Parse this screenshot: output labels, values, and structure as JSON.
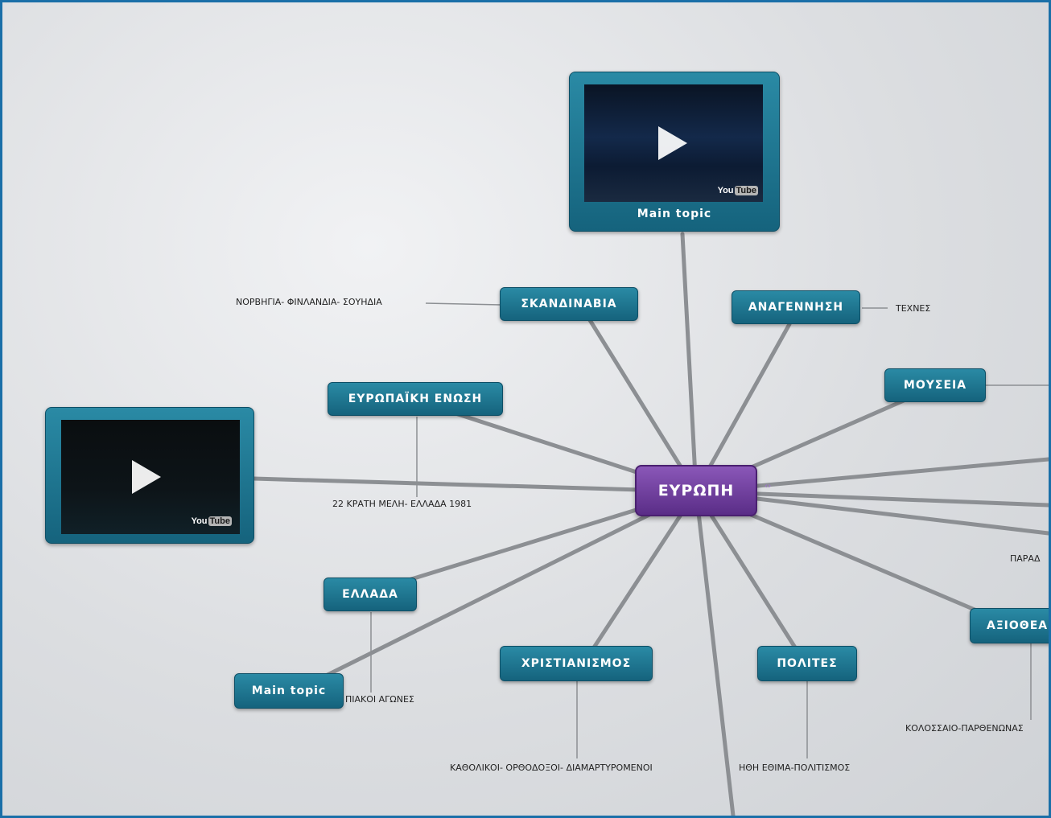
{
  "center": {
    "label": "ΕΥΡΩΠΗ"
  },
  "nodes": [
    {
      "id": "skandinavia",
      "label": "ΣΚΑΝΔΙΝΑΒΙΑ"
    },
    {
      "id": "anagennisi",
      "label": "ΑΝΑΓΕΝΝΗΣΗ"
    },
    {
      "id": "mouseia",
      "label": "ΜΟΥΣΕΙΑ"
    },
    {
      "id": "eu",
      "label": "ΕΥΡΩΠΑΪΚΗ ΕΝΩΣΗ"
    },
    {
      "id": "ellada",
      "label": "ΕΛΛΑΔΑ"
    },
    {
      "id": "main-topic",
      "label": "Main topic"
    },
    {
      "id": "christianismos",
      "label": "ΧΡΙΣΤΙΑΝΙΣΜΟΣ"
    },
    {
      "id": "polites",
      "label": "ΠΟΛΙΤΕΣ"
    },
    {
      "id": "axiotheata",
      "label": "ΑΞΙΟΘΕΑ"
    }
  ],
  "media": [
    {
      "id": "top-video",
      "label": "Main topic",
      "play_icon": "play-icon",
      "brand": [
        "You",
        "Tube"
      ]
    },
    {
      "id": "left-video",
      "play_icon": "play-icon",
      "brand": [
        "You",
        "Tube"
      ]
    }
  ],
  "leaves": [
    {
      "id": "scandinavia-leaf",
      "text": "ΝΟΡΒΗΓΙΑ- ΦΙΝΛΑΝΔΙΑ- ΣΟΥΗΔΙΑ"
    },
    {
      "id": "renaissance-leaf",
      "text": "ΤΕΧΝΕΣ"
    },
    {
      "id": "eu-leaf",
      "text": "22 ΚΡΑΤΗ ΜΕΛΗ- ΕΛΛΑΔΑ 1981"
    },
    {
      "id": "greece-leaf",
      "text": "ΠΙΑΚΟΙ ΑΓΩΝΕΣ"
    },
    {
      "id": "christianity-leaf",
      "text": "ΚΑΘΟΛΙΚΟΙ- ΟΡΘΟΔΟΞΟΙ- ΔΙΑΜΑΡΤΥΡΟΜΕΝΟΙ"
    },
    {
      "id": "citizens-leaf",
      "text": "ΗΘΗ ΕΘΙΜΑ-ΠΟΛΙΤΙΣΜΟΣ"
    },
    {
      "id": "sights-leaf",
      "text": "ΚΟΛΟΣΣΑΙΟ-ΠΑΡΘΕΝΩΝΑΣ"
    },
    {
      "id": "cut-leaf",
      "text": "ΠΑΡΑΔ"
    }
  ],
  "colors": {
    "node": "#1f7a96",
    "center": "#6b3a9c",
    "link": "#8c8f93",
    "frame": "#1a6fa8"
  }
}
